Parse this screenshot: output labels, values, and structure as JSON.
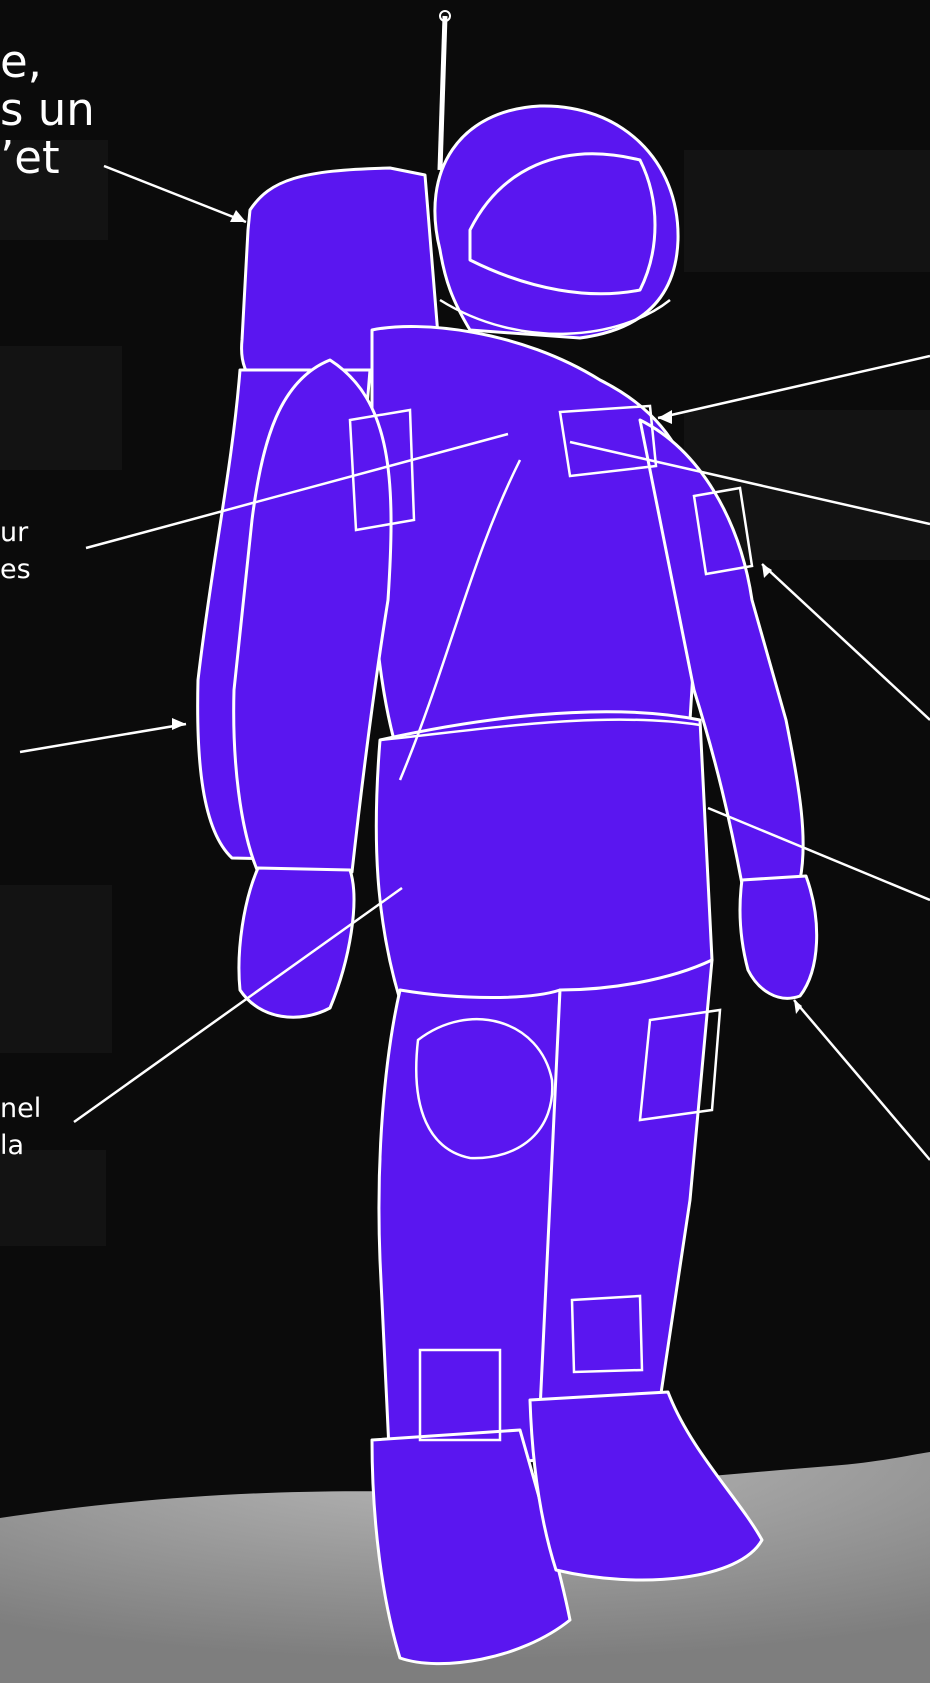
{
  "colors": {
    "background": "#0b0b0b",
    "suit_fill": "#5a16f0",
    "outline": "#ffffff",
    "ground": "#9c9c9c"
  },
  "labels": {
    "title_fragment": "e,\ns un\n’et",
    "left_fragment_1": "ur\nes",
    "left_fragment_2": "nel\n la"
  },
  "illustration": {
    "subject": "astronaut-spacesuit",
    "icon": "astronaut-icon"
  }
}
